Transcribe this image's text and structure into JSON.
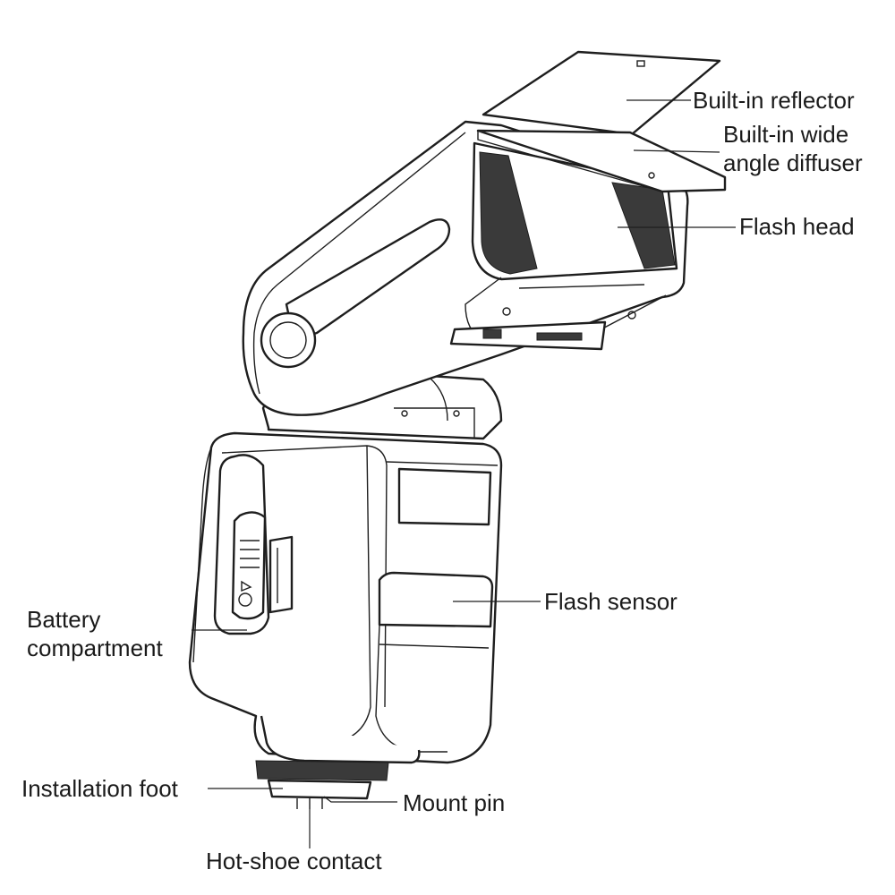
{
  "labels": {
    "built_in_reflector": "Built-in reflector",
    "built_in_wide_line1": "Built-in wide",
    "built_in_wide_line2": "angle diffuser",
    "flash_head": "Flash head",
    "flash_sensor": "Flash sensor",
    "battery_line1": "Battery",
    "battery_line2": "compartment",
    "installation_foot": "Installation foot",
    "mount_pin": "Mount pin",
    "hot_shoe_contact": "Hot-shoe contact"
  }
}
